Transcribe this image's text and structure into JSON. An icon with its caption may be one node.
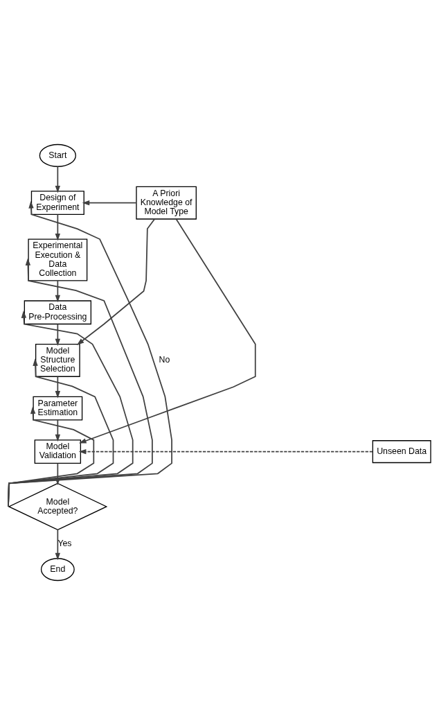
{
  "diagram": {
    "nodes": [
      {
        "text": [
          "Start"
        ]
      },
      {
        "text": [
          "Design of Experiment"
        ]
      },
      {
        "text": [
          "Experimental Execution & Data Collection"
        ]
      },
      {
        "text": [
          "Data Pre-Processing"
        ]
      },
      {
        "text": [
          "Model Structure Selection"
        ]
      },
      {
        "text": [
          "Parameter Estimation"
        ]
      },
      {
        "text": [
          "Model Validation"
        ]
      },
      {
        "text": [
          "Model Accepted?"
        ]
      },
      {
        "text": [
          "End"
        ]
      },
      {
        "text": [
          "A Priori Knowledge of Model Type"
        ]
      },
      {
        "text": [
          "Unseen Data"
        ]
      }
    ],
    "edges": [
      {
        "from": 0,
        "to": 1,
        "arrow": "to"
      },
      {
        "from": 1,
        "to": 2,
        "arrow": "to"
      },
      {
        "from": 2,
        "to": 3,
        "arrow": "to"
      },
      {
        "from": 3,
        "to": 4,
        "arrow": "to"
      },
      {
        "from": 4,
        "to": 5,
        "arrow": "to"
      },
      {
        "from": 5,
        "to": 6,
        "arrow": "to"
      },
      {
        "from": 6,
        "to": 7,
        "arrow": "to"
      },
      {
        "from": 7,
        "to": 8,
        "arrow": "to",
        "label": "Yes"
      },
      {
        "from": 7,
        "to": 1,
        "arrow": "to",
        "label": "No"
      },
      {
        "from": 7,
        "to": 2,
        "arrow": "to"
      },
      {
        "from": 7,
        "to": 3,
        "arrow": "to"
      },
      {
        "from": 7,
        "to": 4,
        "arrow": "to"
      },
      {
        "from": 7,
        "to": 5,
        "arrow": "to"
      },
      {
        "from": 9,
        "to": 1,
        "arrow": "to"
      },
      {
        "from": 9,
        "to": 4,
        "arrow": "to"
      },
      {
        "from": 9,
        "to": 6,
        "arrow": "to"
      },
      {
        "from": 10,
        "to": 6,
        "arrow": "to",
        "style": "dashed"
      }
    ]
  }
}
